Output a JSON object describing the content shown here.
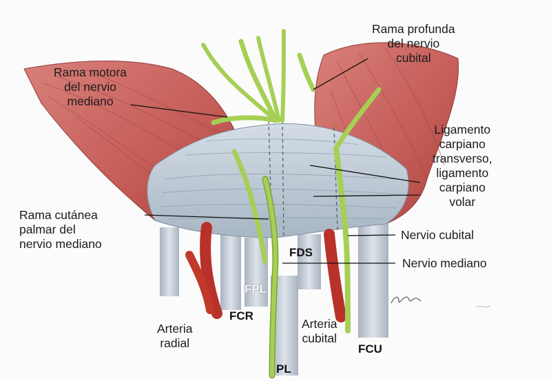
{
  "labels": {
    "rama_profunda": [
      "Rama profunda",
      "del nervio",
      "cubital"
    ],
    "rama_motora": [
      "Rama motora",
      "del nervio",
      "mediano"
    ],
    "ligamento": [
      "Ligamento",
      "carpiano",
      "transverso,",
      "ligamento",
      "carpiano",
      "volar"
    ],
    "rama_cutanea": [
      "Rama cutánea",
      "palmar del",
      "nervio mediano"
    ],
    "nervio_cubital": "Nervio cubital",
    "nervio_mediano": "Nervio mediano",
    "arteria_radial": [
      "Arteria",
      "radial"
    ],
    "arteria_cubital": [
      "Arteria",
      "cubital"
    ]
  },
  "tags": {
    "fds": "FDS",
    "fpl": "FPL",
    "fcr": "FCR",
    "fcu": "FCU",
    "pl": "PL"
  },
  "colors": {
    "muscle": "#c9605c",
    "ligament": "#b9c8d6",
    "nerve": "#9bc24a",
    "artery": "#c0392b",
    "tendon": "#c7cfd9"
  }
}
